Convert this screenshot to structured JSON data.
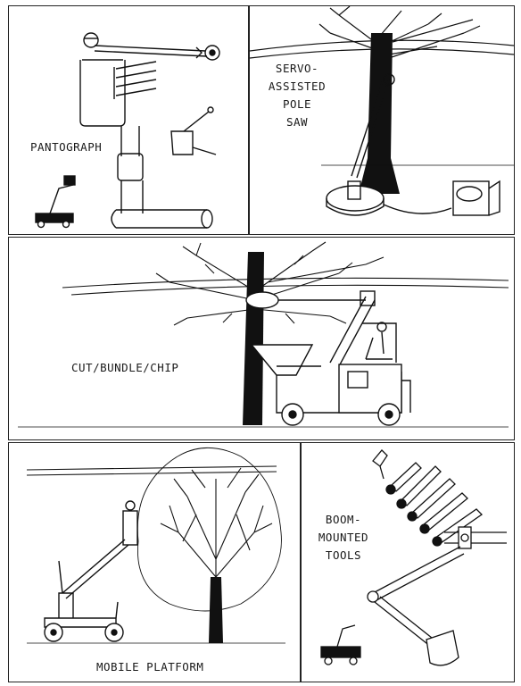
{
  "panels": {
    "pantograph": {
      "label": "PANTOGRAPH"
    },
    "pole_saw": {
      "label_lines": [
        "SERVO-",
        "ASSISTED",
        "POLE",
        "SAW"
      ]
    },
    "cut_bundle_chip": {
      "label": "CUT/BUNDLE/CHIP"
    },
    "mobile_platform": {
      "label": "MOBILE PLATFORM"
    },
    "boom_tools": {
      "label_lines": [
        "BOOM-",
        "MOUNTED",
        "TOOLS"
      ]
    }
  },
  "colors": {
    "ink": "#111111",
    "background": "#ffffff"
  }
}
